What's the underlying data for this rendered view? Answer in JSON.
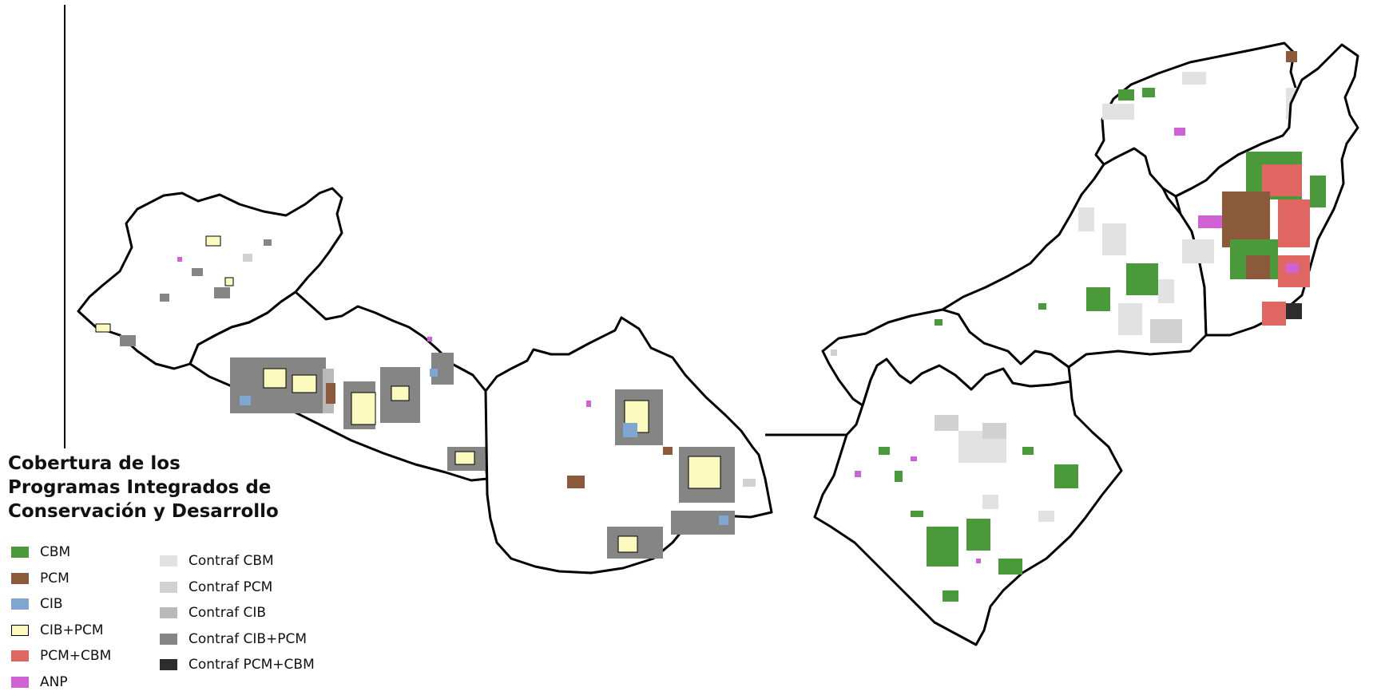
{
  "legend": {
    "title_lines": [
      "Cobertura de los",
      "Programas Integrados de",
      "Conservación y Desarrollo"
    ],
    "col1": [
      {
        "label": "CBM",
        "color": "#4a9a3c",
        "icon": "green-swatch"
      },
      {
        "label": "PCM",
        "color": "#8a5a3a",
        "icon": "brown-swatch"
      },
      {
        "label": "CIB",
        "color": "#7fa6d1",
        "icon": "blue-swatch"
      },
      {
        "label": "CIB+PCM",
        "color": "#fdfac0",
        "icon": "cream-swatch",
        "outlined": true
      },
      {
        "label": "PCM+CBM",
        "color": "#e06661",
        "icon": "red-swatch"
      },
      {
        "label": "ANP",
        "color": "#cf63d6",
        "icon": "magenta-swatch"
      }
    ],
    "col2": [
      {
        "label": "Contraf CBM",
        "color": "#e2e2e2",
        "icon": "light-gray-swatch"
      },
      {
        "label": "Contraf PCM",
        "color": "#d1d1d1",
        "icon": "gray-swatch"
      },
      {
        "label": "Contraf CIB",
        "color": "#b9b9b9",
        "icon": "mid-gray-swatch"
      },
      {
        "label": "Contraf CIB+PCM",
        "color": "#858585",
        "icon": "dark-gray-swatch"
      },
      {
        "label": "Contraf PCM+CBM",
        "color": "#2d2d2d",
        "icon": "black-swatch"
      }
    ]
  }
}
